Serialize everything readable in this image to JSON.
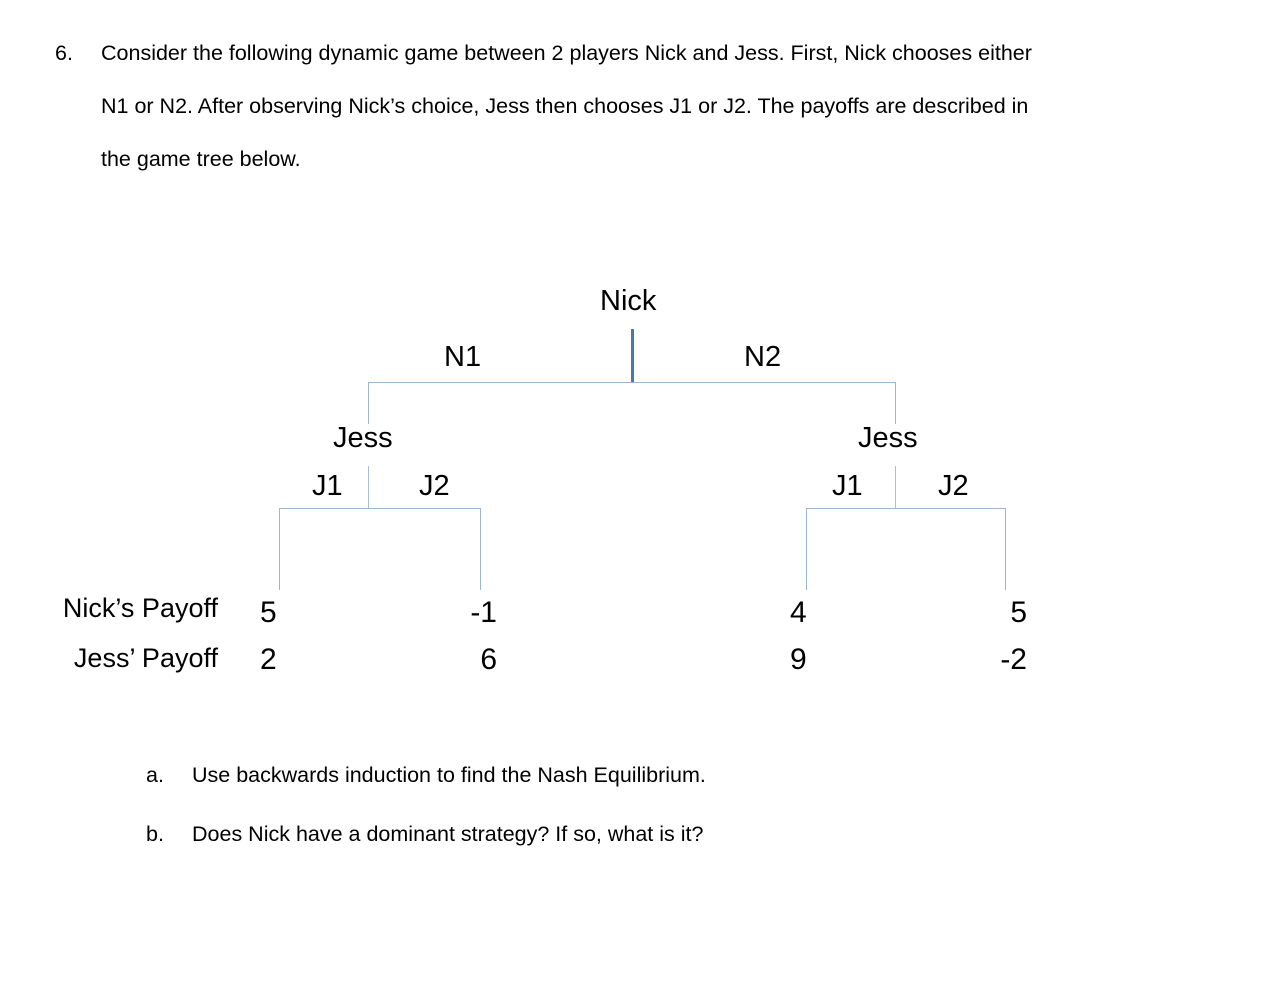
{
  "question": {
    "number": "6.",
    "lines": [
      "Consider the following dynamic game between 2 players Nick and Jess. First, Nick chooses either",
      "N1 or N2. After observing Nick’s choice, Jess then chooses J1 or J2. The payoffs are described in",
      "the game tree below."
    ]
  },
  "tree": {
    "root_player": "Nick",
    "root_actions": {
      "left": "N1",
      "right": "N2"
    },
    "left_node": {
      "player": "Jess",
      "actions": {
        "left": "J1",
        "right": "J2"
      }
    },
    "right_node": {
      "player": "Jess",
      "actions": {
        "left": "J1",
        "right": "J2"
      }
    },
    "payoff_row_labels": {
      "nick": "Nick’s Payoff",
      "jess": "Jess’ Payoff"
    },
    "outcomes": [
      {
        "path": "N1-J1",
        "nick": "5",
        "jess": "2"
      },
      {
        "path": "N1-J2",
        "nick": "-1",
        "jess": "6"
      },
      {
        "path": "N2-J1",
        "nick": "4",
        "jess": "9"
      },
      {
        "path": "N2-J2",
        "nick": "5",
        "jess": "-2"
      }
    ],
    "line_color": "#9cb6d0",
    "root_stem_color": "#4a78ad"
  },
  "sub_questions": [
    {
      "marker": "a.",
      "text": "Use backwards induction to find the Nash Equilibrium."
    },
    {
      "marker": "b.",
      "text": "Does Nick have a dominant strategy? If so, what is it?"
    }
  ]
}
